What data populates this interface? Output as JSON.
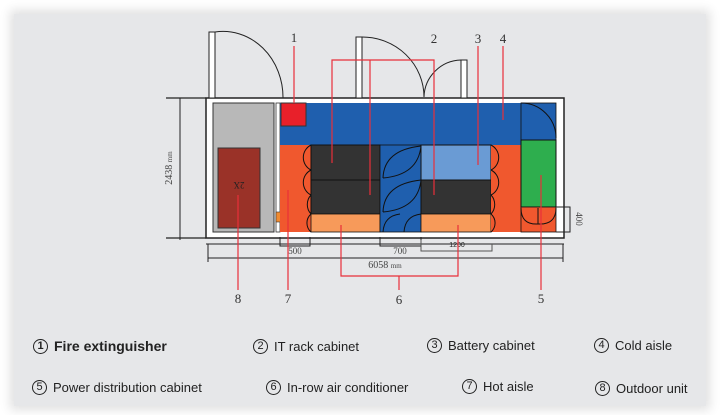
{
  "diagram": {
    "title": "Container data center floor plan",
    "dimensions": {
      "height": "2438",
      "height_unit": "mm",
      "length": "6058",
      "length_unit": "mm",
      "hot_aisle_width": "500",
      "cold_aisle_width": "700",
      "cabinet_width": "1200",
      "pdc_clearance": "400"
    },
    "outdoor_unit_label": "2X",
    "callouts": [
      "1",
      "2",
      "3",
      "4",
      "5",
      "6",
      "7",
      "8"
    ],
    "colors": {
      "cold_aisle": "#1f5fae",
      "hot_aisle": "#f0582e",
      "it_rack": "#333333",
      "battery": "#6a9bd4",
      "in_row_ac": "#f79a5a",
      "pdc": "#2eae4e",
      "fire_extinguisher": "#e8202a",
      "outdoor_unit": "#9a3228",
      "outdoor_bay": "#b8b8b8",
      "callout_line": "#e8303a"
    }
  },
  "legend": [
    {
      "num": "1",
      "label": "Fire extinguisher"
    },
    {
      "num": "2",
      "label": "IT rack cabinet"
    },
    {
      "num": "3",
      "label": "Battery cabinet"
    },
    {
      "num": "4",
      "label": "Cold aisle"
    },
    {
      "num": "5",
      "label": "Power distribution cabinet"
    },
    {
      "num": "6",
      "label": "In-row air conditioner"
    },
    {
      "num": "7",
      "label": "Hot aisle"
    },
    {
      "num": "8",
      "label": "Outdoor unit"
    }
  ]
}
